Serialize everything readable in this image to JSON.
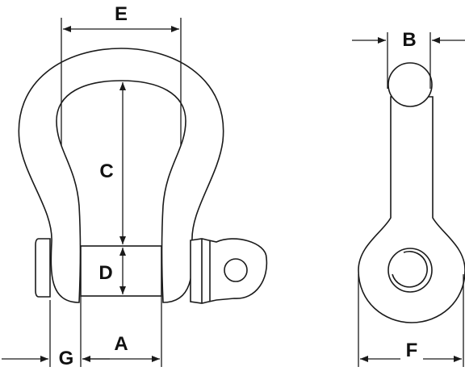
{
  "diagram": {
    "labels": {
      "a": "A",
      "b": "B",
      "c": "C",
      "d": "D",
      "e": "E",
      "f": "F",
      "g": "G"
    },
    "colors": {
      "outline": "#1a1a1a",
      "fill": "#ffffff"
    }
  }
}
